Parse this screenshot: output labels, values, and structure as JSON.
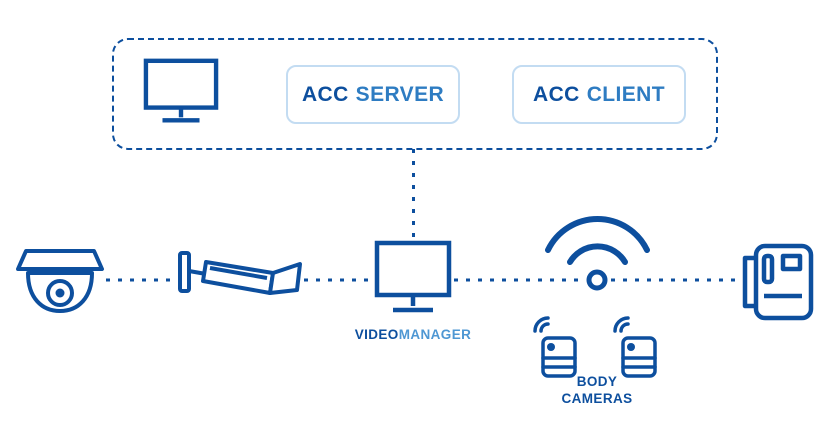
{
  "colors": {
    "primary_blue": "#0d4f9e",
    "secondary_blue": "#2e7cc2",
    "tertiary_blue": "#4e97d3",
    "pill_border": "#c3dcf2",
    "background": "#ffffff"
  },
  "top_group": {
    "acc_server": {
      "strong": "ACC",
      "light": "SERVER"
    },
    "acc_client": {
      "strong": "ACC",
      "light": "CLIENT"
    }
  },
  "labels": {
    "videomanager": {
      "strong": "VIDEO",
      "light": "MANAGER"
    },
    "body_cameras": {
      "line1": "BODY",
      "line2": "CAMERAS"
    }
  },
  "icons": [
    {
      "name": "monitor-icon"
    },
    {
      "name": "dome-camera-icon"
    },
    {
      "name": "bullet-camera-icon"
    },
    {
      "name": "videomanager-monitor-icon"
    },
    {
      "name": "wifi-icon"
    },
    {
      "name": "body-camera-icon"
    },
    {
      "name": "body-camera-icon"
    },
    {
      "name": "intercom-icon"
    }
  ]
}
